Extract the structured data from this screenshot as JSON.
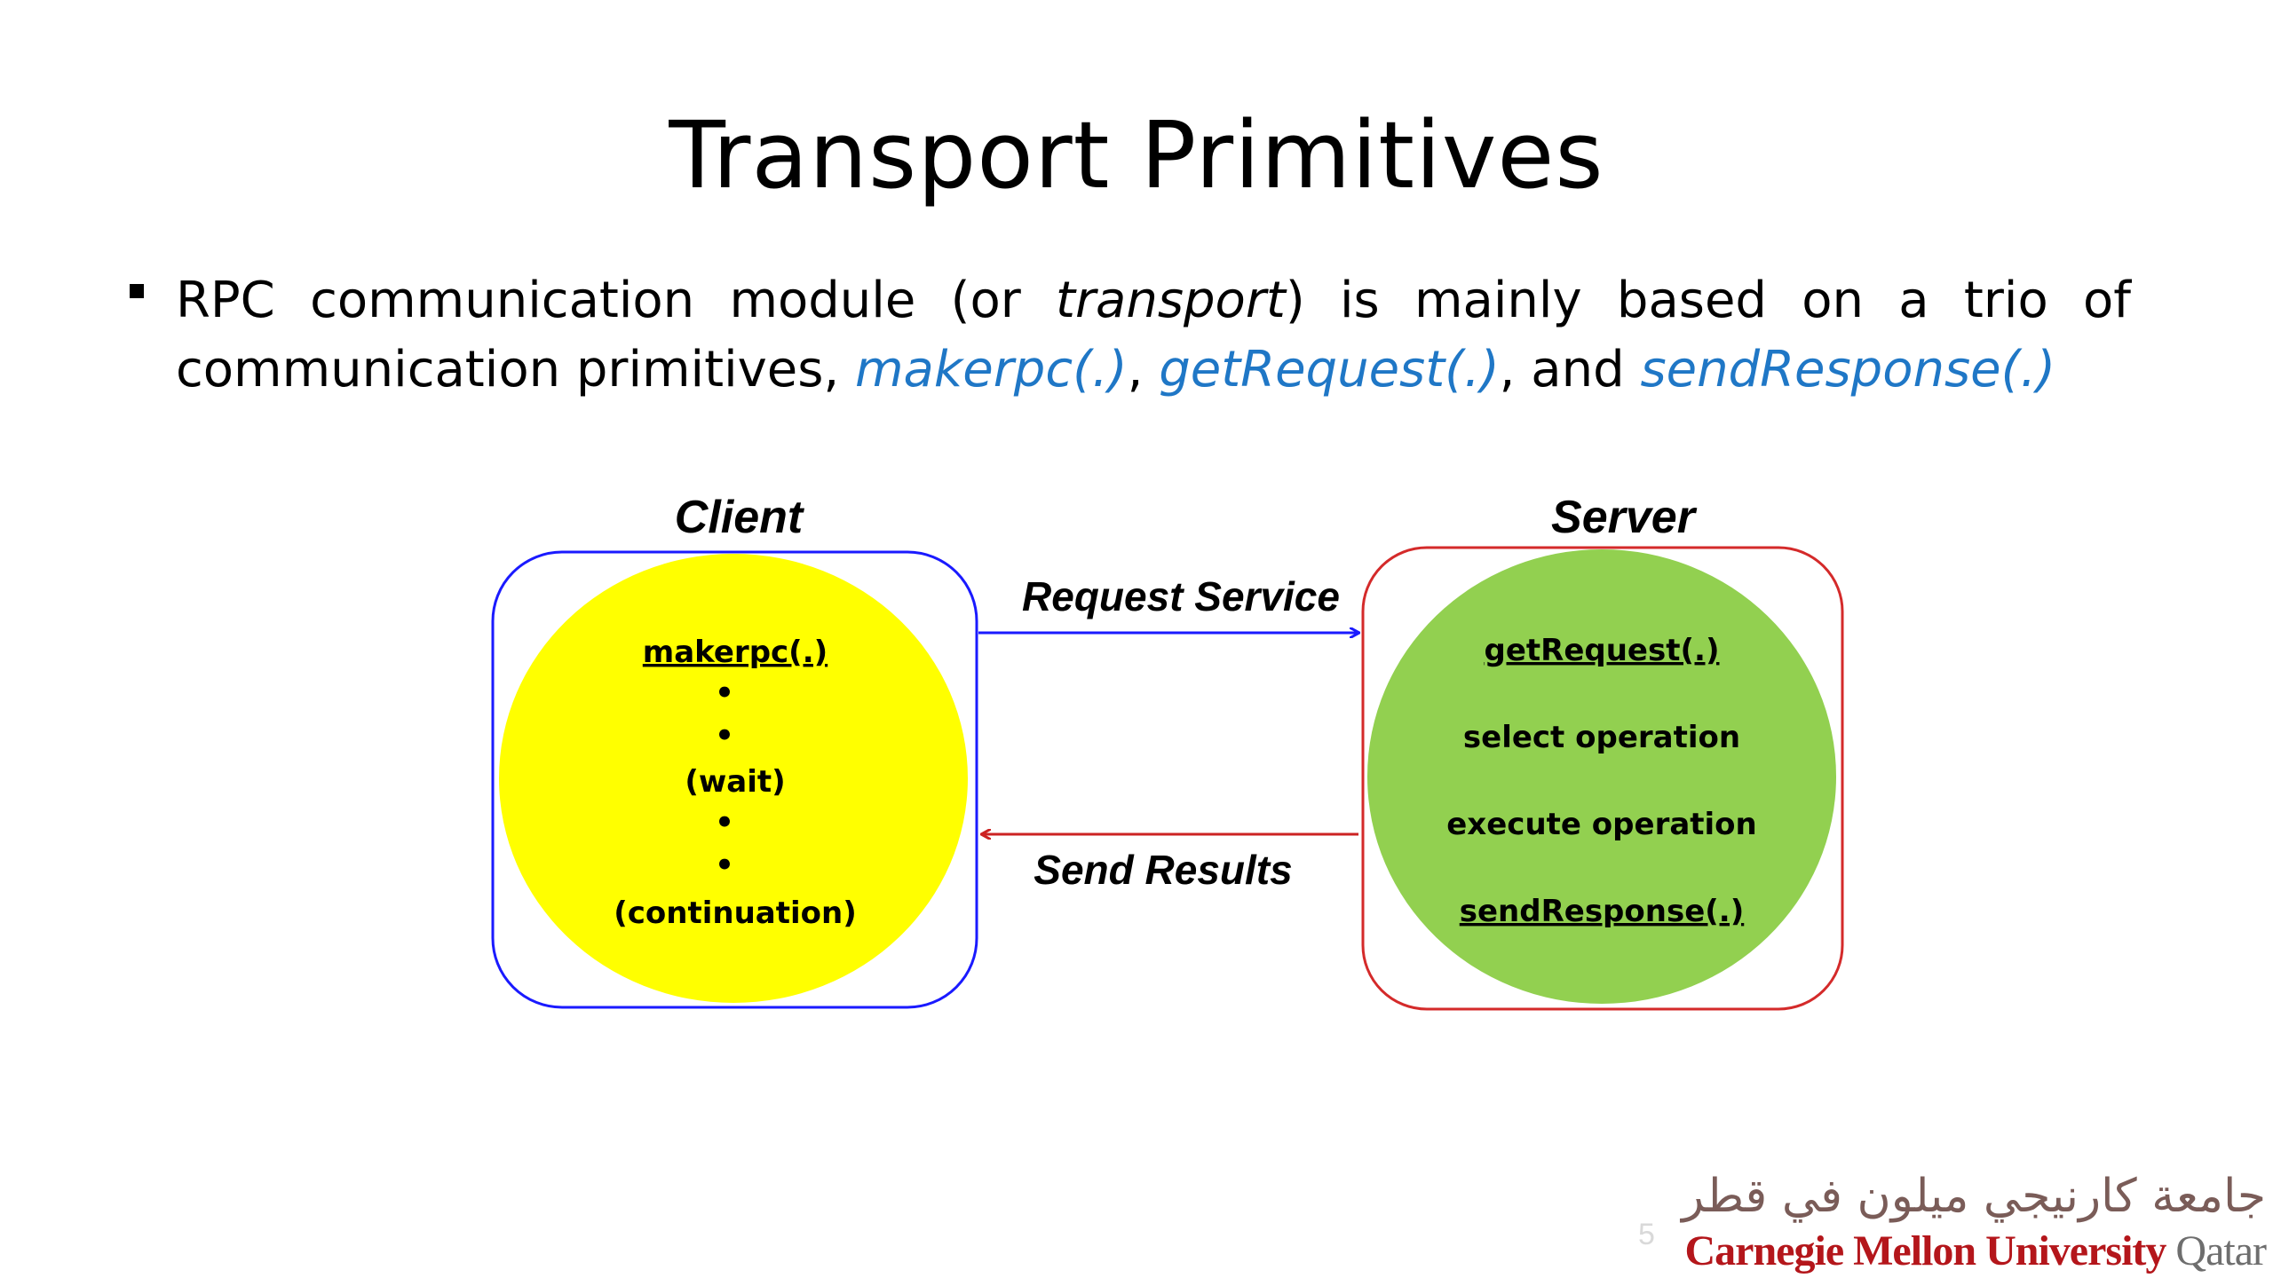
{
  "slide": {
    "title": "Transport Primitives",
    "page_number": "5"
  },
  "bullet": {
    "part1": "RPC communication module (or ",
    "transport": "transport",
    "part2": ") is mainly based on a trio of communication primitives, ",
    "makerpc": "makerpc(.)",
    "comma1": ", ",
    "getrequest": "getRequest(.)",
    "and": ", and ",
    "sendresponse": "sendResponse(.)"
  },
  "diagram": {
    "client_label": "Client",
    "server_label": "Server",
    "request_label": "Request Service",
    "results_label": "Send Results",
    "client_lines": {
      "makerpc": "makerpc(.)",
      "dot": "•",
      "wait": "(wait)",
      "continuation": "(continuation)"
    },
    "server_lines": {
      "getrequest": "getRequest(.)",
      "select": "select operation",
      "execute": "execute operation",
      "sendresponse": "sendResponse(.)"
    },
    "colors": {
      "client_border": "#1a1aff",
      "client_fill": "#ffff00",
      "server_border": "#d42a2a",
      "server_fill": "#92d050",
      "request_arrow": "#1a1aff",
      "results_arrow": "#cc2222"
    }
  },
  "logo": {
    "arabic": "جامعة كارنيجي ميلون في قطر",
    "english_cmu": "Carnegie Mellon University",
    "english_qatar": " Qatar"
  }
}
